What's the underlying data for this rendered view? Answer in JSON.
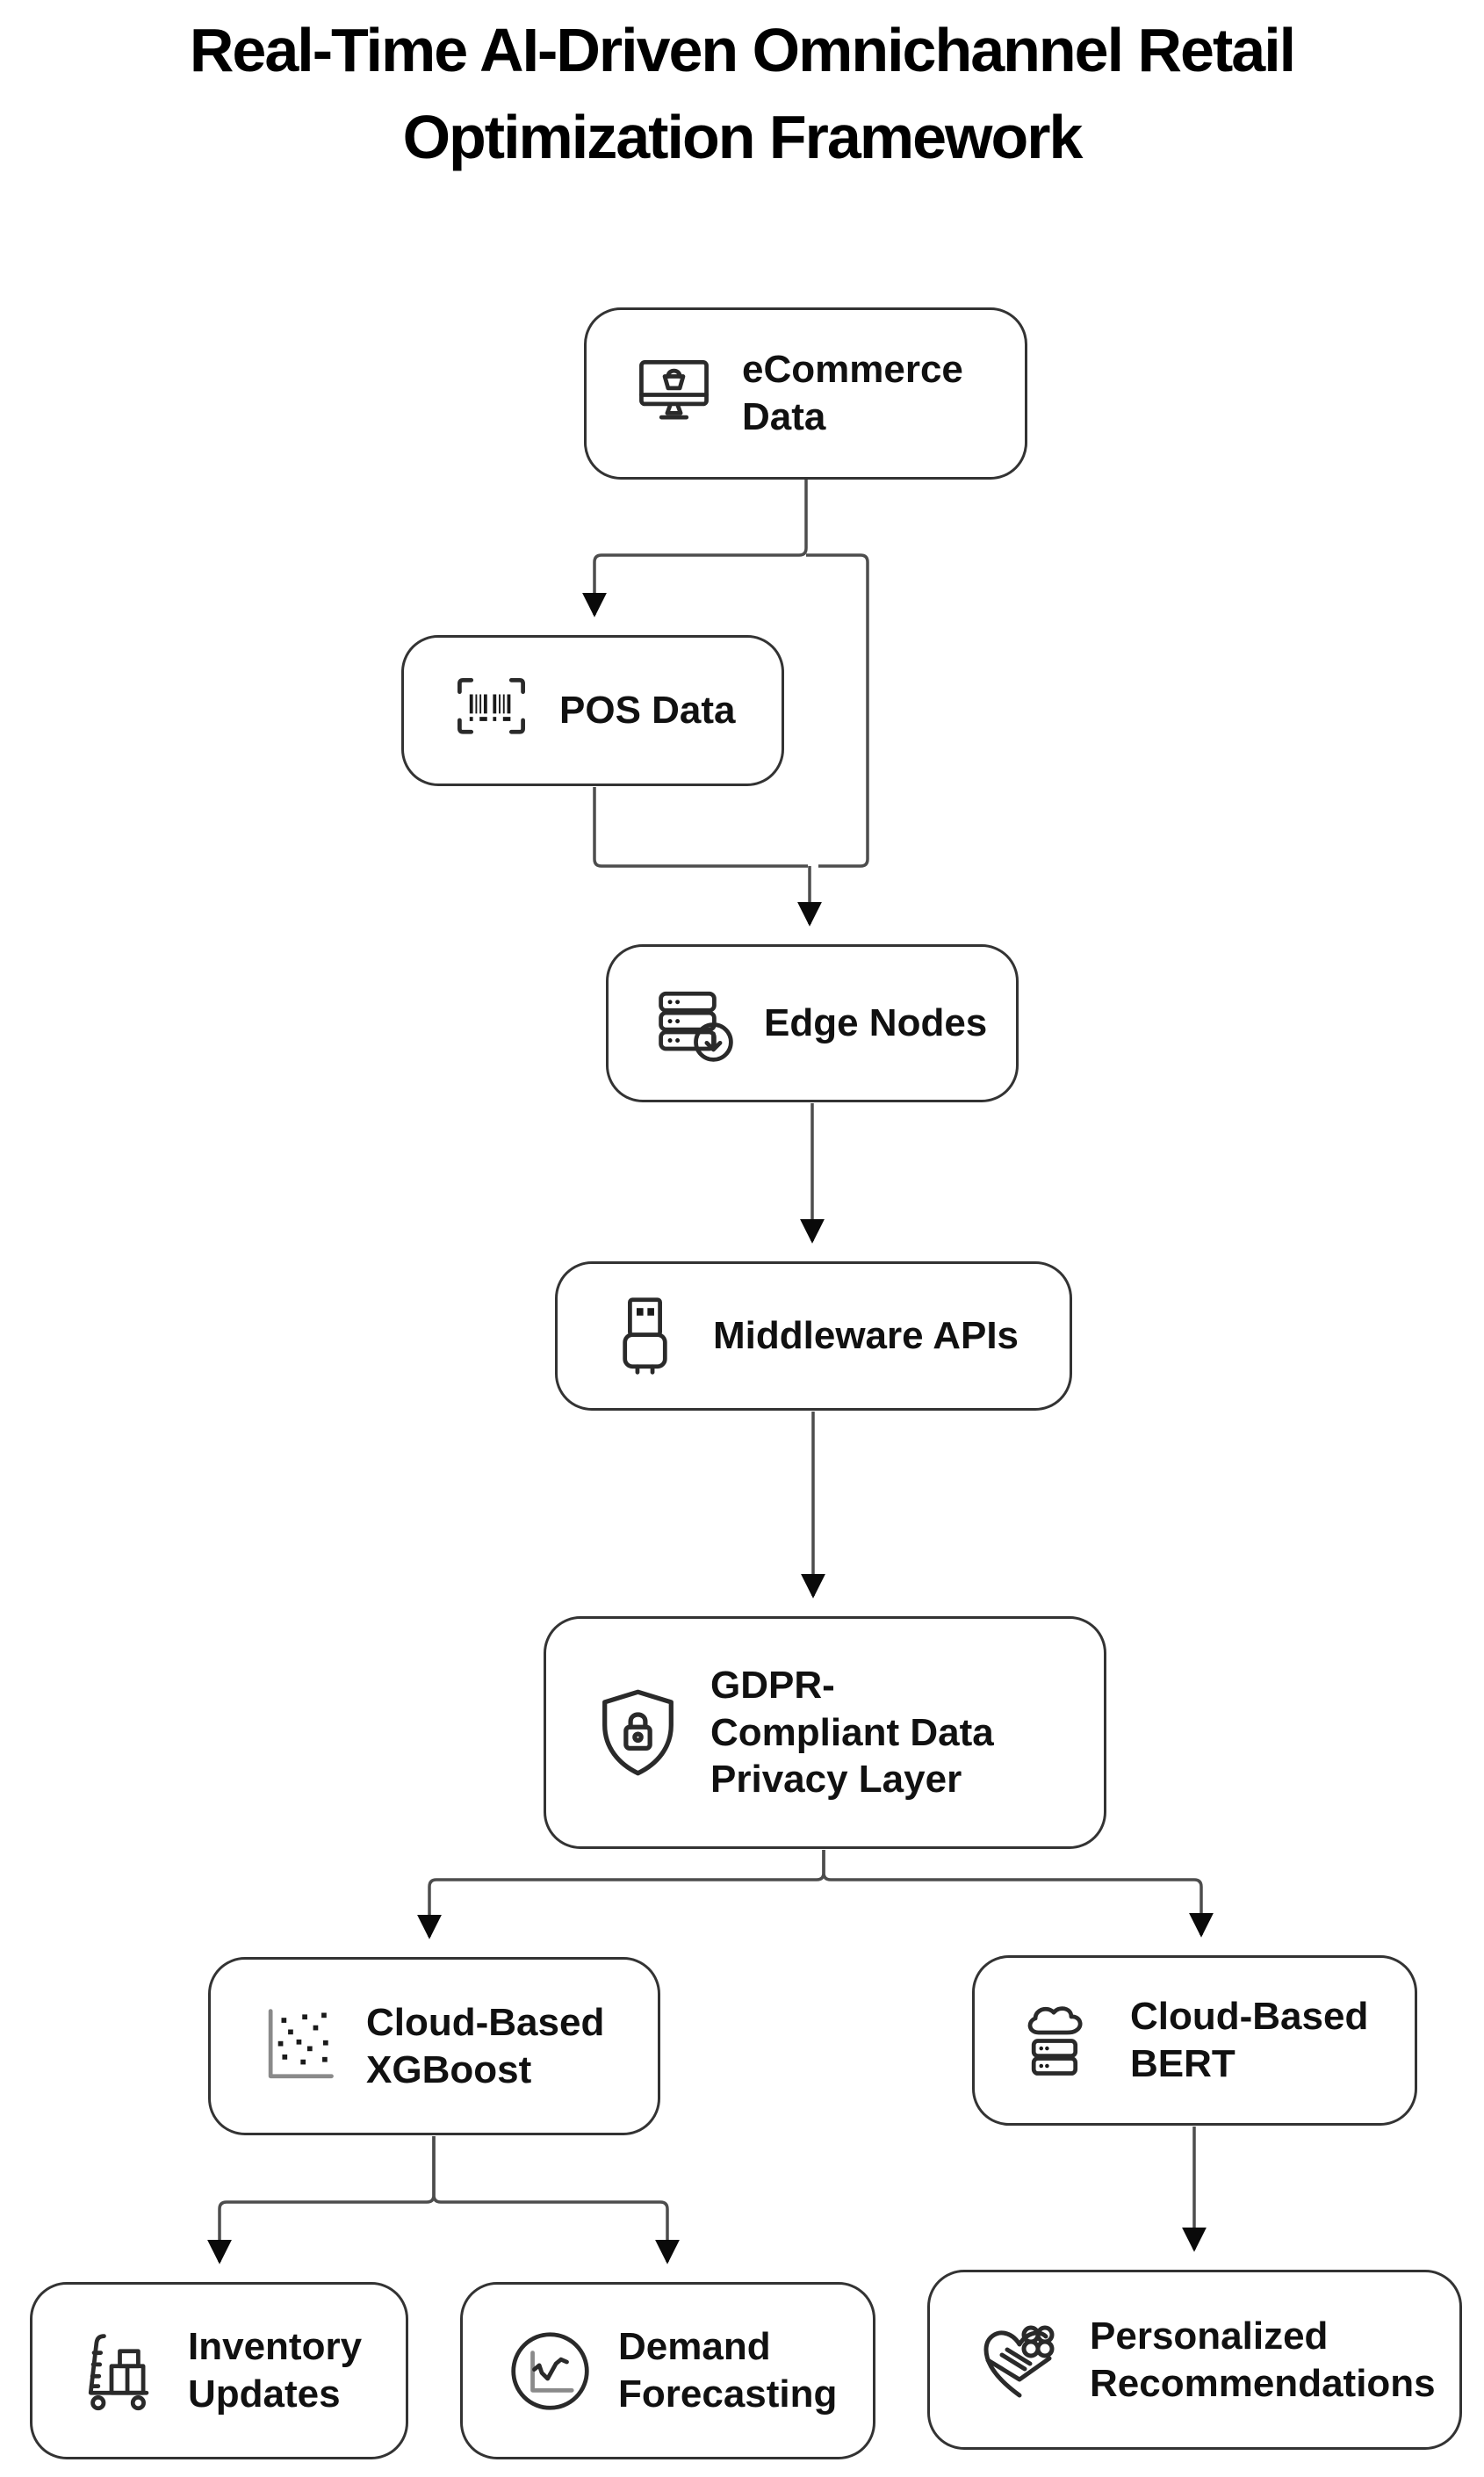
{
  "title": {
    "text": "Real-Time AI-Driven Omnichannel Retail Optimization Framework"
  },
  "colors": {
    "background": "#ffffff",
    "box_border": "#333333",
    "connector": "#4d4d4d",
    "arrowhead": "#0a0a0a",
    "title_text": "#000000",
    "label_text": "#111111",
    "icon_stroke": "#2a2a2a",
    "icon_muted_stroke": "#8a8a8a"
  },
  "nodes": [
    {
      "id": "ecommerce-data",
      "label": "eCommerce Data",
      "icon": "monitor-basket-icon"
    },
    {
      "id": "pos-data",
      "label": "POS Data",
      "icon": "barcode-scan-icon"
    },
    {
      "id": "edge-nodes",
      "label": "Edge Nodes",
      "icon": "server-download-icon"
    },
    {
      "id": "middleware-apis",
      "label": "Middleware APIs",
      "icon": "usb-plug-icon"
    },
    {
      "id": "gdpr-privacy-layer",
      "label": "GDPR-Compliant Data Privacy Layer",
      "icon": "shield-lock-icon"
    },
    {
      "id": "cloud-xgboost",
      "label": "Cloud-Based XGBoost",
      "icon": "scatter-plot-icon"
    },
    {
      "id": "cloud-bert",
      "label": "Cloud-Based BERT",
      "icon": "cloud-server-icon"
    },
    {
      "id": "inventory-updates",
      "label": "Inventory Updates",
      "icon": "cart-boxes-icon"
    },
    {
      "id": "demand-forecasting",
      "label": "Demand Forecasting",
      "icon": "trend-chart-icon"
    },
    {
      "id": "personalized-recommendations",
      "label": "Personalized Recommendations",
      "icon": "heart-gift-icon"
    }
  ],
  "edges": [
    {
      "from": "ecommerce-data",
      "to": "pos-data"
    },
    {
      "from": "ecommerce-data",
      "to": "edge-nodes"
    },
    {
      "from": "pos-data",
      "to": "edge-nodes"
    },
    {
      "from": "edge-nodes",
      "to": "middleware-apis"
    },
    {
      "from": "middleware-apis",
      "to": "gdpr-privacy-layer"
    },
    {
      "from": "gdpr-privacy-layer",
      "to": "cloud-xgboost"
    },
    {
      "from": "gdpr-privacy-layer",
      "to": "cloud-bert"
    },
    {
      "from": "cloud-xgboost",
      "to": "inventory-updates"
    },
    {
      "from": "cloud-xgboost",
      "to": "demand-forecasting"
    },
    {
      "from": "cloud-bert",
      "to": "personalized-recommendations"
    }
  ]
}
